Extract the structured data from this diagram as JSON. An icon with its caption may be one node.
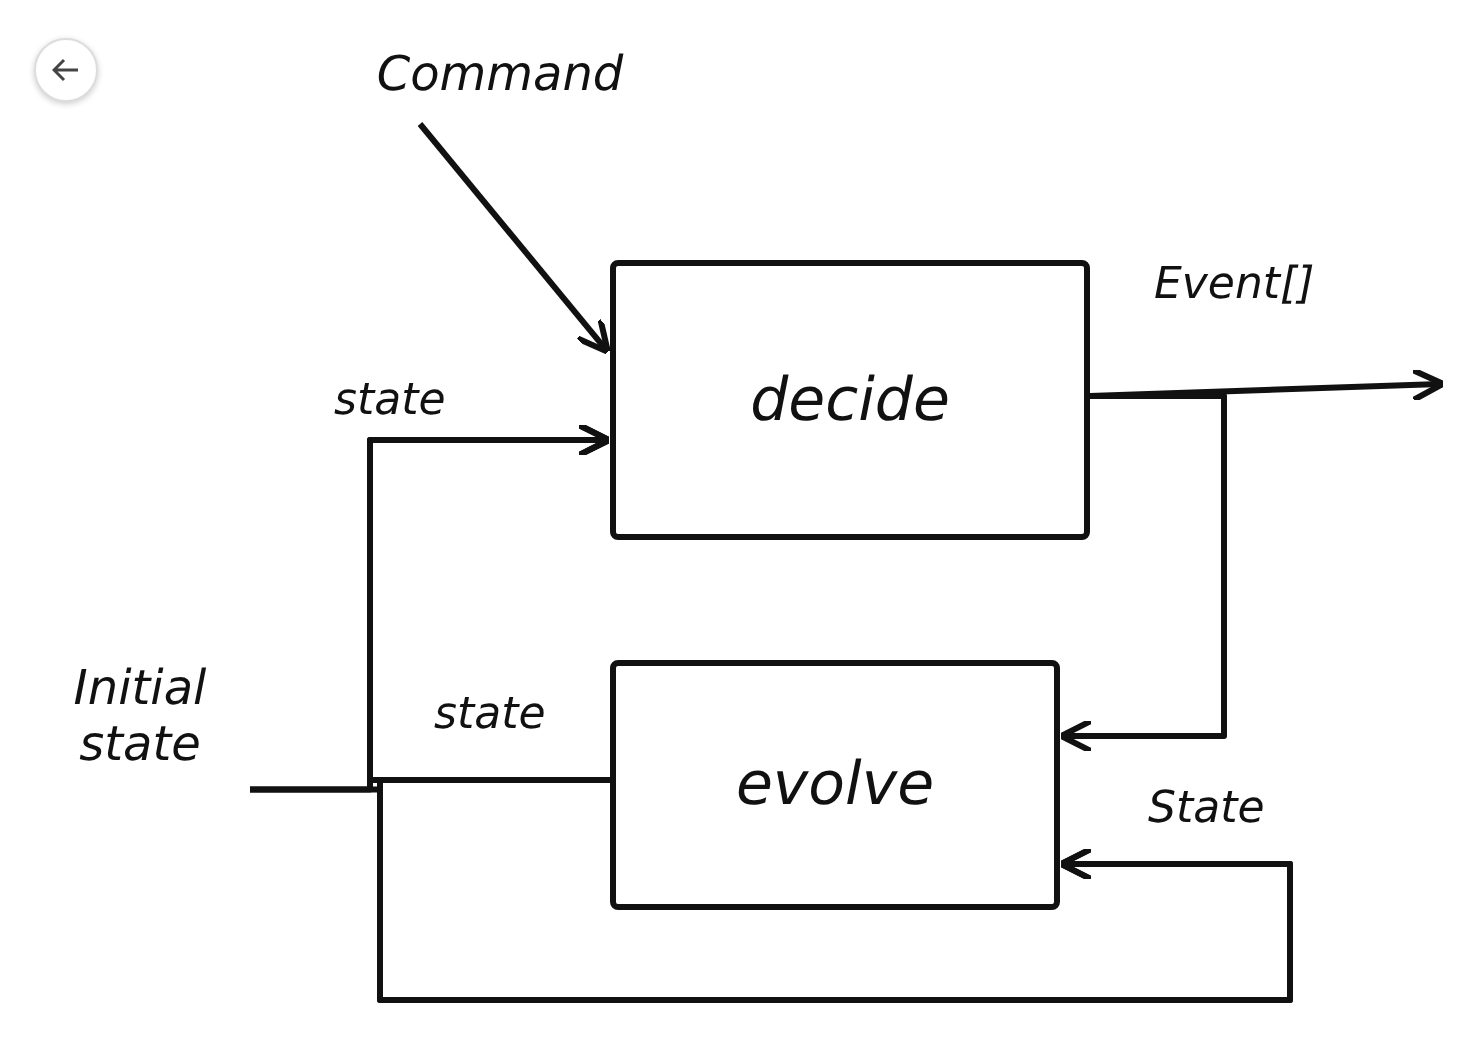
{
  "diagram": {
    "nodes": [
      {
        "text": [
          "Command"
        ]
      },
      {
        "text": [
          "decide"
        ]
      },
      {
        "text": [
          "evolve"
        ]
      },
      {
        "text": [
          "Initial state"
        ]
      }
    ],
    "edges": [
      {
        "from": 0,
        "to": 1,
        "arrow": "to"
      },
      {
        "from": 1,
        "to": null,
        "arrow": "to",
        "label": "Event[]"
      },
      {
        "from": 1,
        "to": 2,
        "arrow": "to"
      },
      {
        "from": 2,
        "to": 1,
        "arrow": "to",
        "label": "state"
      },
      {
        "from": 2,
        "to": 2,
        "arrow": "to",
        "label": "State"
      },
      {
        "from": 3,
        "to": 1,
        "arrow": "to"
      },
      {
        "from": 3,
        "to": 2,
        "arrow": "to"
      }
    ],
    "labels": [
      "state"
    ]
  }
}
